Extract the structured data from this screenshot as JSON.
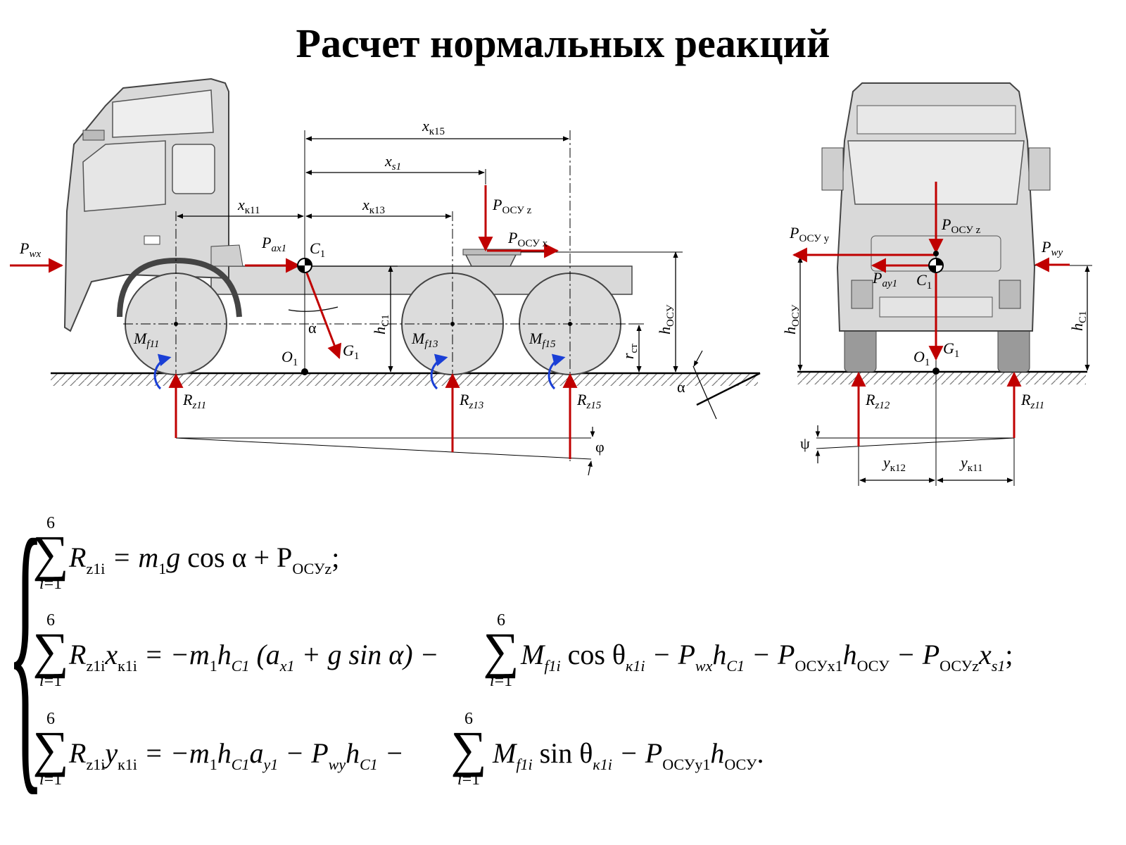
{
  "title": "Расчет нормальных реакций",
  "side_view": {
    "dims": {
      "xk15": "x",
      "xk15_sub": "к15",
      "xs1": "x",
      "xs1_sub": "s1",
      "xk11": "x",
      "xk11_sub": "к11",
      "xk13": "x",
      "xk13_sub": "к13"
    },
    "forces": {
      "pwx": "P",
      "pwx_sub": "wx",
      "pax1": "P",
      "pax1_sub": "ax1",
      "c1": "C",
      "c1_sub": "1",
      "posy_z": "P",
      "posy_z_sub": "ОСУ z",
      "posy_x": "P",
      "posy_x_sub": "ОСУ x",
      "g1": "G",
      "g1_sub": "1",
      "o1": "O",
      "o1_sub": "1",
      "alpha": "α",
      "alpha2": "α",
      "phi": "φ"
    },
    "heights": {
      "hc1": "h",
      "hc1_sub": "C1",
      "hosy": "h",
      "hosy_sub": "ОСУ",
      "rst": "r",
      "rst_sub": "ст"
    },
    "moments": {
      "mf11": "M",
      "mf11_sub": "f11",
      "mf13": "M",
      "mf13_sub": "f13",
      "mf15": "M",
      "mf15_sub": "f15"
    },
    "reactions": {
      "rz11": "R",
      "rz11_sub": "z11",
      "rz13": "R",
      "rz13_sub": "z13",
      "rz15": "R",
      "rz15_sub": "z15"
    }
  },
  "front_view": {
    "posy_y": "P",
    "posy_y_sub": "ОСУ y",
    "posy_z": "P",
    "posy_z_sub": "ОСУ z",
    "pwy": "P",
    "pwy_sub": "wy",
    "pay1": "P",
    "pay1_sub": "ay1",
    "c1": "C",
    "c1_sub": "1",
    "g1": "G",
    "g1_sub": "1",
    "o1": "O",
    "o1_sub": "1",
    "hosy": "h",
    "hosy_sub": "ОСУ",
    "hc1": "h",
    "hc1_sub": "C1",
    "rz12": "R",
    "rz12_sub": "z12",
    "rz11": "R",
    "rz11_sub": "z11",
    "psi": "ψ",
    "yk12": "y",
    "yk12_sub": "к12",
    "yk11": "y",
    "yk11_sub": "к11"
  },
  "equations": {
    "sum_upper": "6",
    "sum_lower_i": "i",
    "sum_lower_rest": "=1",
    "eq1": {
      "lhs": "R",
      "lhs_sub": "z1i",
      "rhs1": "= m",
      "rhs1_sub": "1",
      "rhs2": "g",
      "rhs3": "cos α + P",
      "rhs3_sub": "ОСУz",
      "end": ";"
    },
    "eq2": {
      "lhs": "R",
      "lhs_sub": "z1i",
      "lhs2": "x",
      "lhs2_sub": "к1i",
      "t1": "= −m",
      "t1_sub": "1",
      "t2": "h",
      "t2_sub": "C1",
      "t3": "(a",
      "t3_sub": "x1",
      "t4": "+ g sin α) −",
      "t5": "M",
      "t5_sub": "f1i",
      "t6": "cos θ",
      "t6_sub": "к1i",
      "t7": "− P",
      "t7_sub": "wx",
      "t8": "h",
      "t8_sub": "C1",
      "t9": "− P",
      "t9_sub": "ОСУx1",
      "t10": "h",
      "t10_sub": "ОСУ",
      "t11": "− P",
      "t11_sub": "ОСУz",
      "t12": "x",
      "t12_sub": "s1",
      "end": ";"
    },
    "eq3": {
      "lhs": "R",
      "lhs_sub": "z1i",
      "lhs2": "y",
      "lhs2_sub": "к1i",
      "t1": "= −m",
      "t1_sub": "1",
      "t2": "h",
      "t2_sub": "C1",
      "t3": "a",
      "t3_sub": "y1",
      "t4": "− P",
      "t4_sub": "wy",
      "t5": "h",
      "t5_sub": "C1",
      "t6": "−",
      "t7": "M",
      "t7_sub": "f1i",
      "t8": "sin θ",
      "t8_sub": "к1i",
      "t9": "− P",
      "t9_sub": "ОСУy1",
      "t10": "h",
      "t10_sub": "ОСУ",
      "end": "."
    }
  }
}
